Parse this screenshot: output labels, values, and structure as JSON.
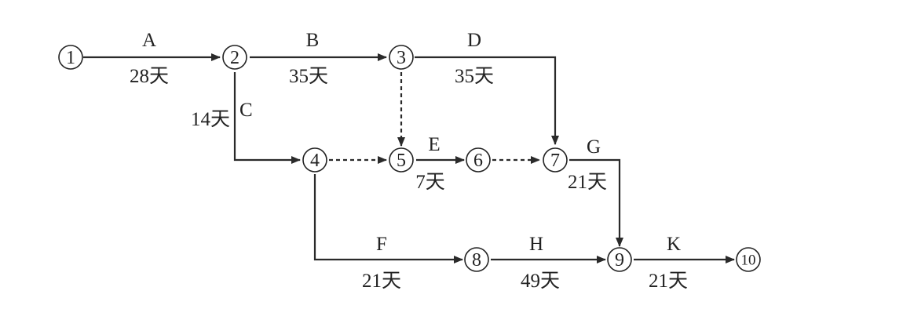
{
  "nodes": [
    "1",
    "2",
    "3",
    "4",
    "5",
    "6",
    "7",
    "8",
    "9",
    "10"
  ],
  "activities": {
    "A": {
      "name": "A",
      "duration": "28天"
    },
    "B": {
      "name": "B",
      "duration": "35天"
    },
    "C": {
      "name": "C",
      "duration": "14天"
    },
    "D": {
      "name": "D",
      "duration": "35天"
    },
    "E": {
      "name": "E",
      "duration": "7天"
    },
    "F": {
      "name": "F",
      "duration": "21天"
    },
    "G": {
      "name": "G",
      "duration": "21天"
    },
    "H": {
      "name": "H",
      "duration": "49天"
    },
    "K": {
      "name": "K",
      "duration": "21天"
    }
  },
  "colors": {
    "line": "#2a2a2a",
    "text": "#222222",
    "background": "#ffffff"
  }
}
